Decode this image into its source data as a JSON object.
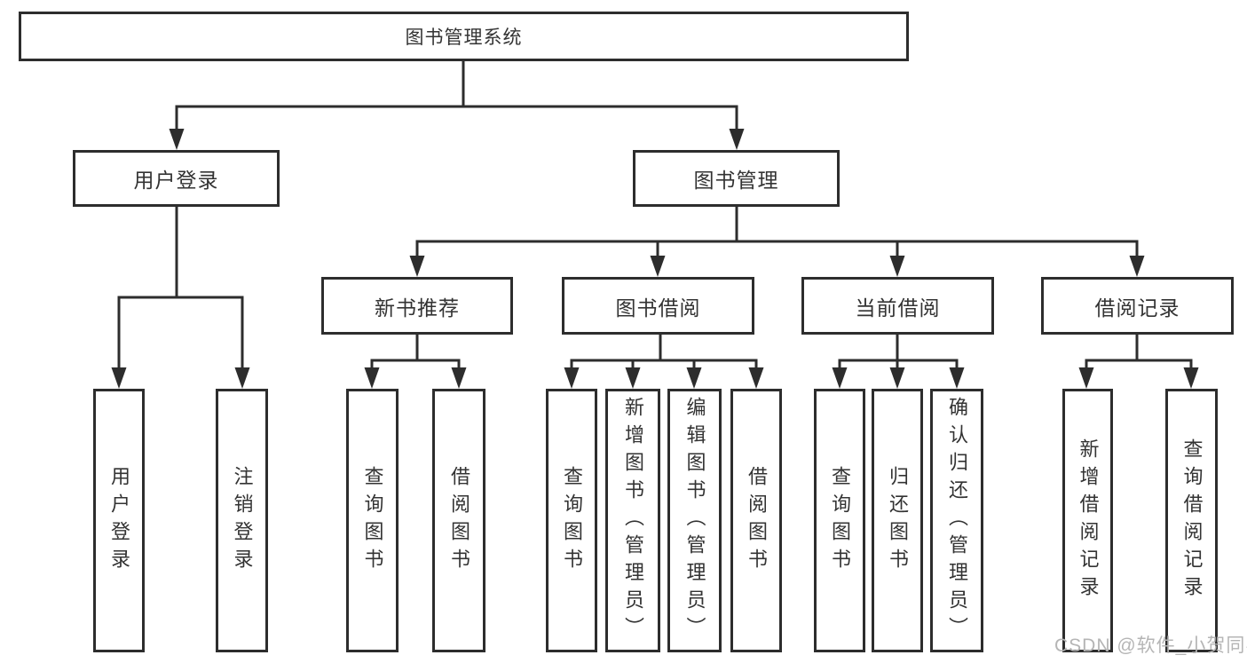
{
  "diagram": {
    "root": {
      "label": "图书管理系统"
    },
    "level2": {
      "user_login": "用户登录",
      "book_mgmt": "图书管理"
    },
    "level3": {
      "new_books": "新书推荐",
      "borrow": "图书借阅",
      "current": "当前借阅",
      "records": "借阅记录"
    },
    "level4": {
      "user_login": [
        "用户登录",
        "注销登录"
      ],
      "new_books": [
        "查询图书",
        "借阅图书"
      ],
      "borrow": [
        "查询图书",
        "新增图书（管理员）",
        "编辑图书（管理员）",
        "借阅图书"
      ],
      "current": [
        "查询图书",
        "归还图书",
        "确认归还（管理员）"
      ],
      "records": [
        "新增借阅记录",
        "查询借阅记录"
      ]
    },
    "colors": {
      "line": "#2d2d2d",
      "text": "#333333",
      "watermark": "#b5b5b5",
      "background": "#ffffff"
    }
  },
  "watermark": "CSDN @软件_小贺同学"
}
